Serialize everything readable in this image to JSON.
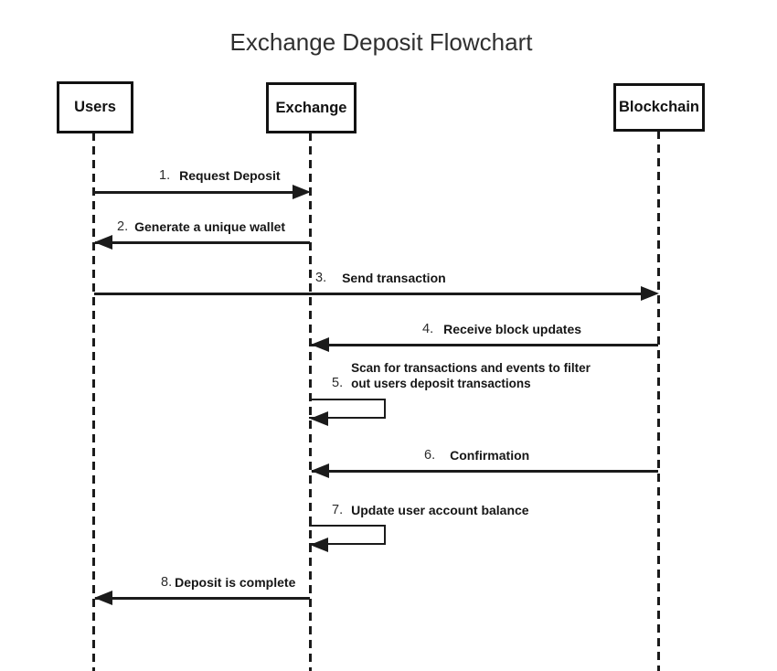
{
  "title": "Exchange Deposit Flowchart",
  "actors": [
    {
      "id": "users",
      "label": "Users"
    },
    {
      "id": "exchange",
      "label": "Exchange"
    },
    {
      "id": "blockchain",
      "label": "Blockchain"
    }
  ],
  "messages": [
    {
      "number": "1.",
      "label": "Request Deposit",
      "from": "Users",
      "to": "Exchange",
      "direction": "right"
    },
    {
      "number": "2.",
      "label": "Generate a unique wallet",
      "from": "Exchange",
      "to": "Users",
      "direction": "left"
    },
    {
      "number": "3.",
      "label": "Send transaction",
      "from": "Users",
      "to": "Blockchain",
      "direction": "right"
    },
    {
      "number": "4.",
      "label": "Receive block updates",
      "from": "Blockchain",
      "to": "Exchange",
      "direction": "left"
    },
    {
      "number": "5.",
      "label": "Scan for transactions and events to filter\nout users deposit transactions",
      "from": "Exchange",
      "to": "Exchange",
      "direction": "self"
    },
    {
      "number": "6.",
      "label": "Confirmation",
      "from": "Blockchain",
      "to": "Exchange",
      "direction": "left"
    },
    {
      "number": "7.",
      "label": "Update user account balance",
      "from": "Exchange",
      "to": "Exchange",
      "direction": "self"
    },
    {
      "number": "8.",
      "label": "Deposit is complete",
      "from": "Exchange",
      "to": "Users",
      "direction": "left"
    }
  ],
  "colors": {
    "background": "#ffffff",
    "line": "#1b1b1b",
    "text": "#161616",
    "title": "#2f2f2f"
  }
}
